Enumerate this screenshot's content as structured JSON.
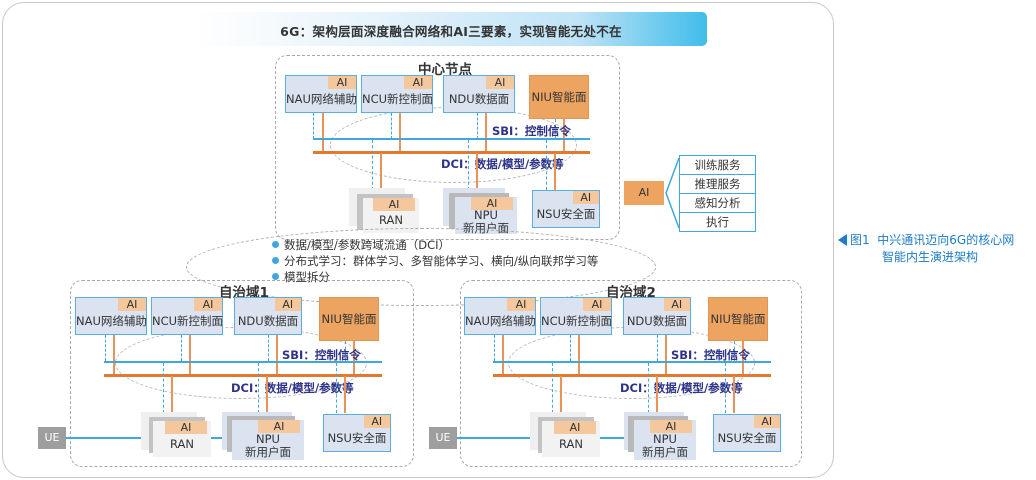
{
  "banner": {
    "text": "6G：架构层面深度融合网络和AI三要素，实现智能无处不在"
  },
  "central": {
    "title": "中心节点",
    "nfs": [
      {
        "ai": "AI",
        "label": "NAU网络辅助"
      },
      {
        "ai": "AI",
        "label": "NCU新控制面"
      },
      {
        "ai": "AI",
        "label": "NDU数据面"
      }
    ],
    "niu": "NIU智能面",
    "sbi_label": "SBI：控制信令",
    "dci_label": "DCI：数据/模型/参数等",
    "ran": {
      "ai": "AI",
      "label": "RAN"
    },
    "npu": {
      "ai": "AI",
      "label1": "NPU",
      "label2": "新用户面"
    },
    "nsu": {
      "ai": "AI",
      "label": "NSU安全面"
    }
  },
  "cross_domain": {
    "bullets": [
      "数据/模型/参数跨域流通（DCI）",
      "分布式学习：群体学习、多智能体学习、横向/纵向联邦学习等",
      "模型拆分"
    ]
  },
  "domains": [
    {
      "title": "自治域1",
      "nfs": [
        {
          "ai": "AI",
          "label": "NAU网络辅助"
        },
        {
          "ai": "AI",
          "label": "NCU新控制面"
        },
        {
          "ai": "AI",
          "label": "NDU数据面"
        }
      ],
      "niu": "NIU智能面",
      "sbi_label": "SBI：控制信令",
      "dci_label": "DCI：数据/模型/参数等",
      "ue": "UE",
      "ran": {
        "ai": "AI",
        "label": "RAN"
      },
      "npu": {
        "ai": "AI",
        "label1": "NPU",
        "label2": "新用户面"
      },
      "nsu": {
        "ai": "AI",
        "label": "NSU安全面"
      }
    },
    {
      "title": "自治域2",
      "nfs": [
        {
          "ai": "AI",
          "label": "NAU网络辅助"
        },
        {
          "ai": "AI",
          "label": "NCU新控制面"
        },
        {
          "ai": "AI",
          "label": "NDU数据面"
        }
      ],
      "niu": "NIU智能面",
      "sbi_label": "SBI：控制信令",
      "dci_label": "DCI：数据/模型/参数等",
      "ue": "UE",
      "ran": {
        "ai": "AI",
        "label": "RAN"
      },
      "npu": {
        "ai": "AI",
        "label1": "NPU",
        "label2": "新用户面"
      },
      "nsu": {
        "ai": "AI",
        "label": "NSU安全面"
      }
    }
  ],
  "ai_legend": {
    "ai": "AI",
    "functions": [
      "训练服务",
      "推理服务",
      "感知分析",
      "执行"
    ]
  },
  "caption": {
    "figure": "图1",
    "line1": "中兴通讯迈向6G的核心网",
    "line2": "智能内生演进架构"
  },
  "colors": {
    "sbi_bus": "#3fa7dd",
    "dci_bus": "#e07a2e",
    "ai_tag": "#f4c79c",
    "niu_fill": "#eea461",
    "nf_fill": "#dbe3f1",
    "caption": "#1e7bc4"
  }
}
